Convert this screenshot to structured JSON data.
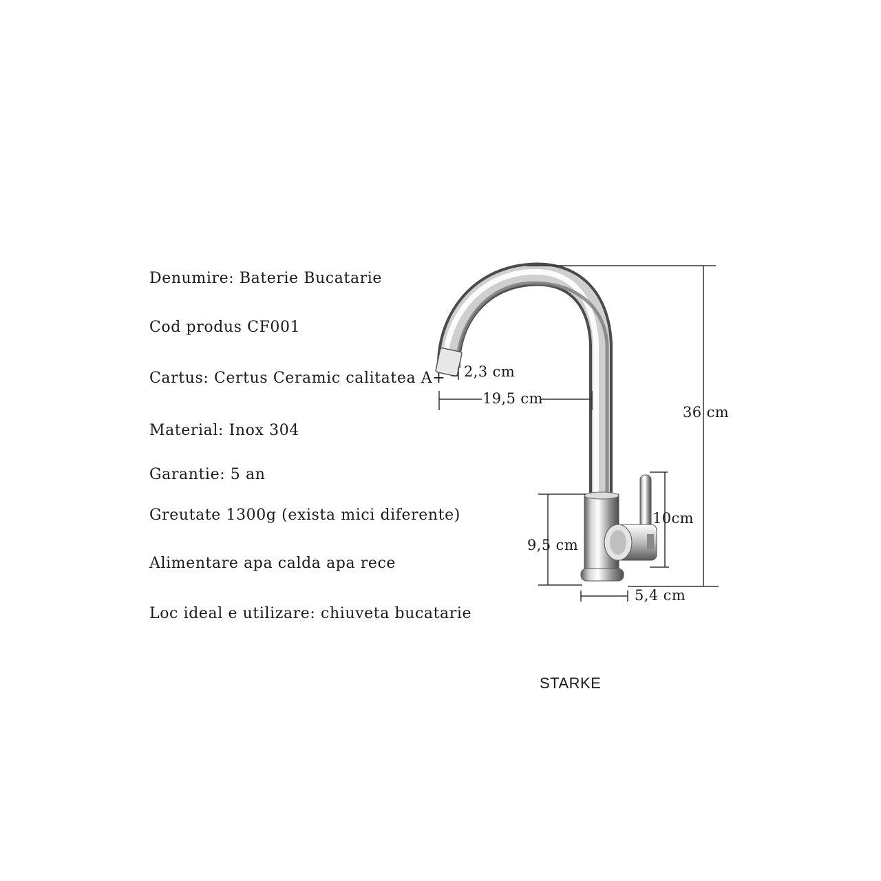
{
  "specs": [
    "Denumire: Baterie Bucatarie",
    "Cod produs CF001",
    "Cartus: Certus Ceramic calitatea A+",
    "Material: Inox 304",
    "Garantie: 5 an",
    "Greutate 1300g (exista mici diferente)",
    "Alimentare apa calda apa rece",
    "Loc ideal e utilizare: chiuveta bucatarie"
  ],
  "dimensions": {
    "spout_diameter": "2,3 cm",
    "reach": "19,5 cm",
    "total_height": "36 cm",
    "handle_height": "10cm",
    "body_height": "9,5 cm",
    "base_width": "5,4 cm"
  },
  "brand": "STARKE",
  "colors": {
    "text": "#1a1a1a",
    "lines": "#333333",
    "chrome_light": "#f4f4f4",
    "chrome_dark": "#5a5a5a"
  }
}
